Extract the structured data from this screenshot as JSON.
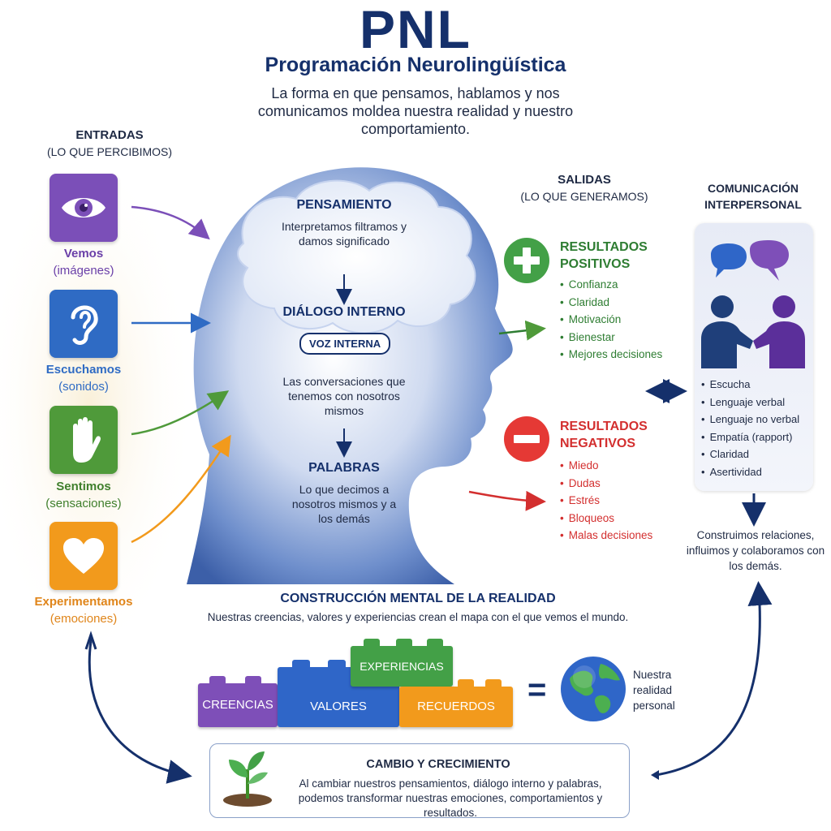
{
  "header": {
    "title": "PNL",
    "subtitle": "Programación Neurolingüística",
    "tagline": "La forma en que pensamos, hablamos y nos comunicamos moldea nuestra realidad y nuestro comportamiento."
  },
  "inputs": {
    "title": "ENTRADAS",
    "subtitle": "(LO QUE PERCIBIMOS)",
    "items": [
      {
        "label": "Vemos",
        "sub": "(imágenes)",
        "color": "#7b4fb8",
        "icon": "eye-icon"
      },
      {
        "label": "Escuchamos",
        "sub": "(sonidos)",
        "color": "#2f6bc4",
        "icon": "ear-icon"
      },
      {
        "label": "Sentimos",
        "sub": "(sensaciones)",
        "color": "#4f9a3a",
        "icon": "hand-icon"
      },
      {
        "label": "Experimentamos",
        "sub": "(emociones)",
        "color": "#f29a1c",
        "icon": "heart-icon"
      }
    ]
  },
  "brain": {
    "pensamiento_title": "PENSAMIENTO",
    "pensamiento_text": "Interpretamos filtramos y damos significado",
    "dialogo_title": "DIÁLOGO INTERNO",
    "voz": "VOZ INTERNA",
    "dialogo_text": "Las conversaciones que tenemos con nosotros mismos",
    "palabras_title": "PALABRAS",
    "palabras_text": "Lo que decimos a nosotros mismos y a los demás"
  },
  "outputs": {
    "title": "SALIDAS",
    "subtitle": "(LO QUE GENERAMOS)",
    "positive": {
      "title": "RESULTADOS POSITIVOS",
      "items": [
        "Confianza",
        "Claridad",
        "Motivación",
        "Bienestar",
        "Mejores decisiones"
      ],
      "color": "#2e7d32"
    },
    "negative": {
      "title": "RESULTADOS NEGATIVOS",
      "items": [
        "Miedo",
        "Dudas",
        "Estrés",
        "Bloqueos",
        "Malas decisiones"
      ],
      "color": "#d32f2f"
    }
  },
  "communication": {
    "title": "COMUNICACIÓN INTERPERSONAL",
    "items": [
      "Escucha",
      "Lenguaje verbal",
      "Lenguaje no verbal",
      "Empatía (rapport)",
      "Claridad",
      "Asertividad"
    ],
    "note": "Construimos relaciones, influimos y colaboramos con los demás."
  },
  "reality": {
    "title": "CONSTRUCCIÓN MENTAL DE LA REALIDAD",
    "text": "Nuestras creencias, valores y experiencias crean el mapa con el que vemos el mundo.",
    "blocks": [
      {
        "label": "CREENCIAS",
        "color": "#7e4fb8"
      },
      {
        "label": "VALORES",
        "color": "#2f66c8"
      },
      {
        "label": "EXPERIENCIAS",
        "color": "#43a047"
      },
      {
        "label": "RECUERDOS",
        "color": "#f29a1c"
      }
    ],
    "equals": "=",
    "result": "Nuestra realidad personal"
  },
  "change": {
    "title": "CAMBIO Y CRECIMIENTO",
    "text": "Al cambiar nuestros pensamientos, diálogo interno y palabras, podemos transformar nuestras emociones, comportamientos y resultados."
  }
}
